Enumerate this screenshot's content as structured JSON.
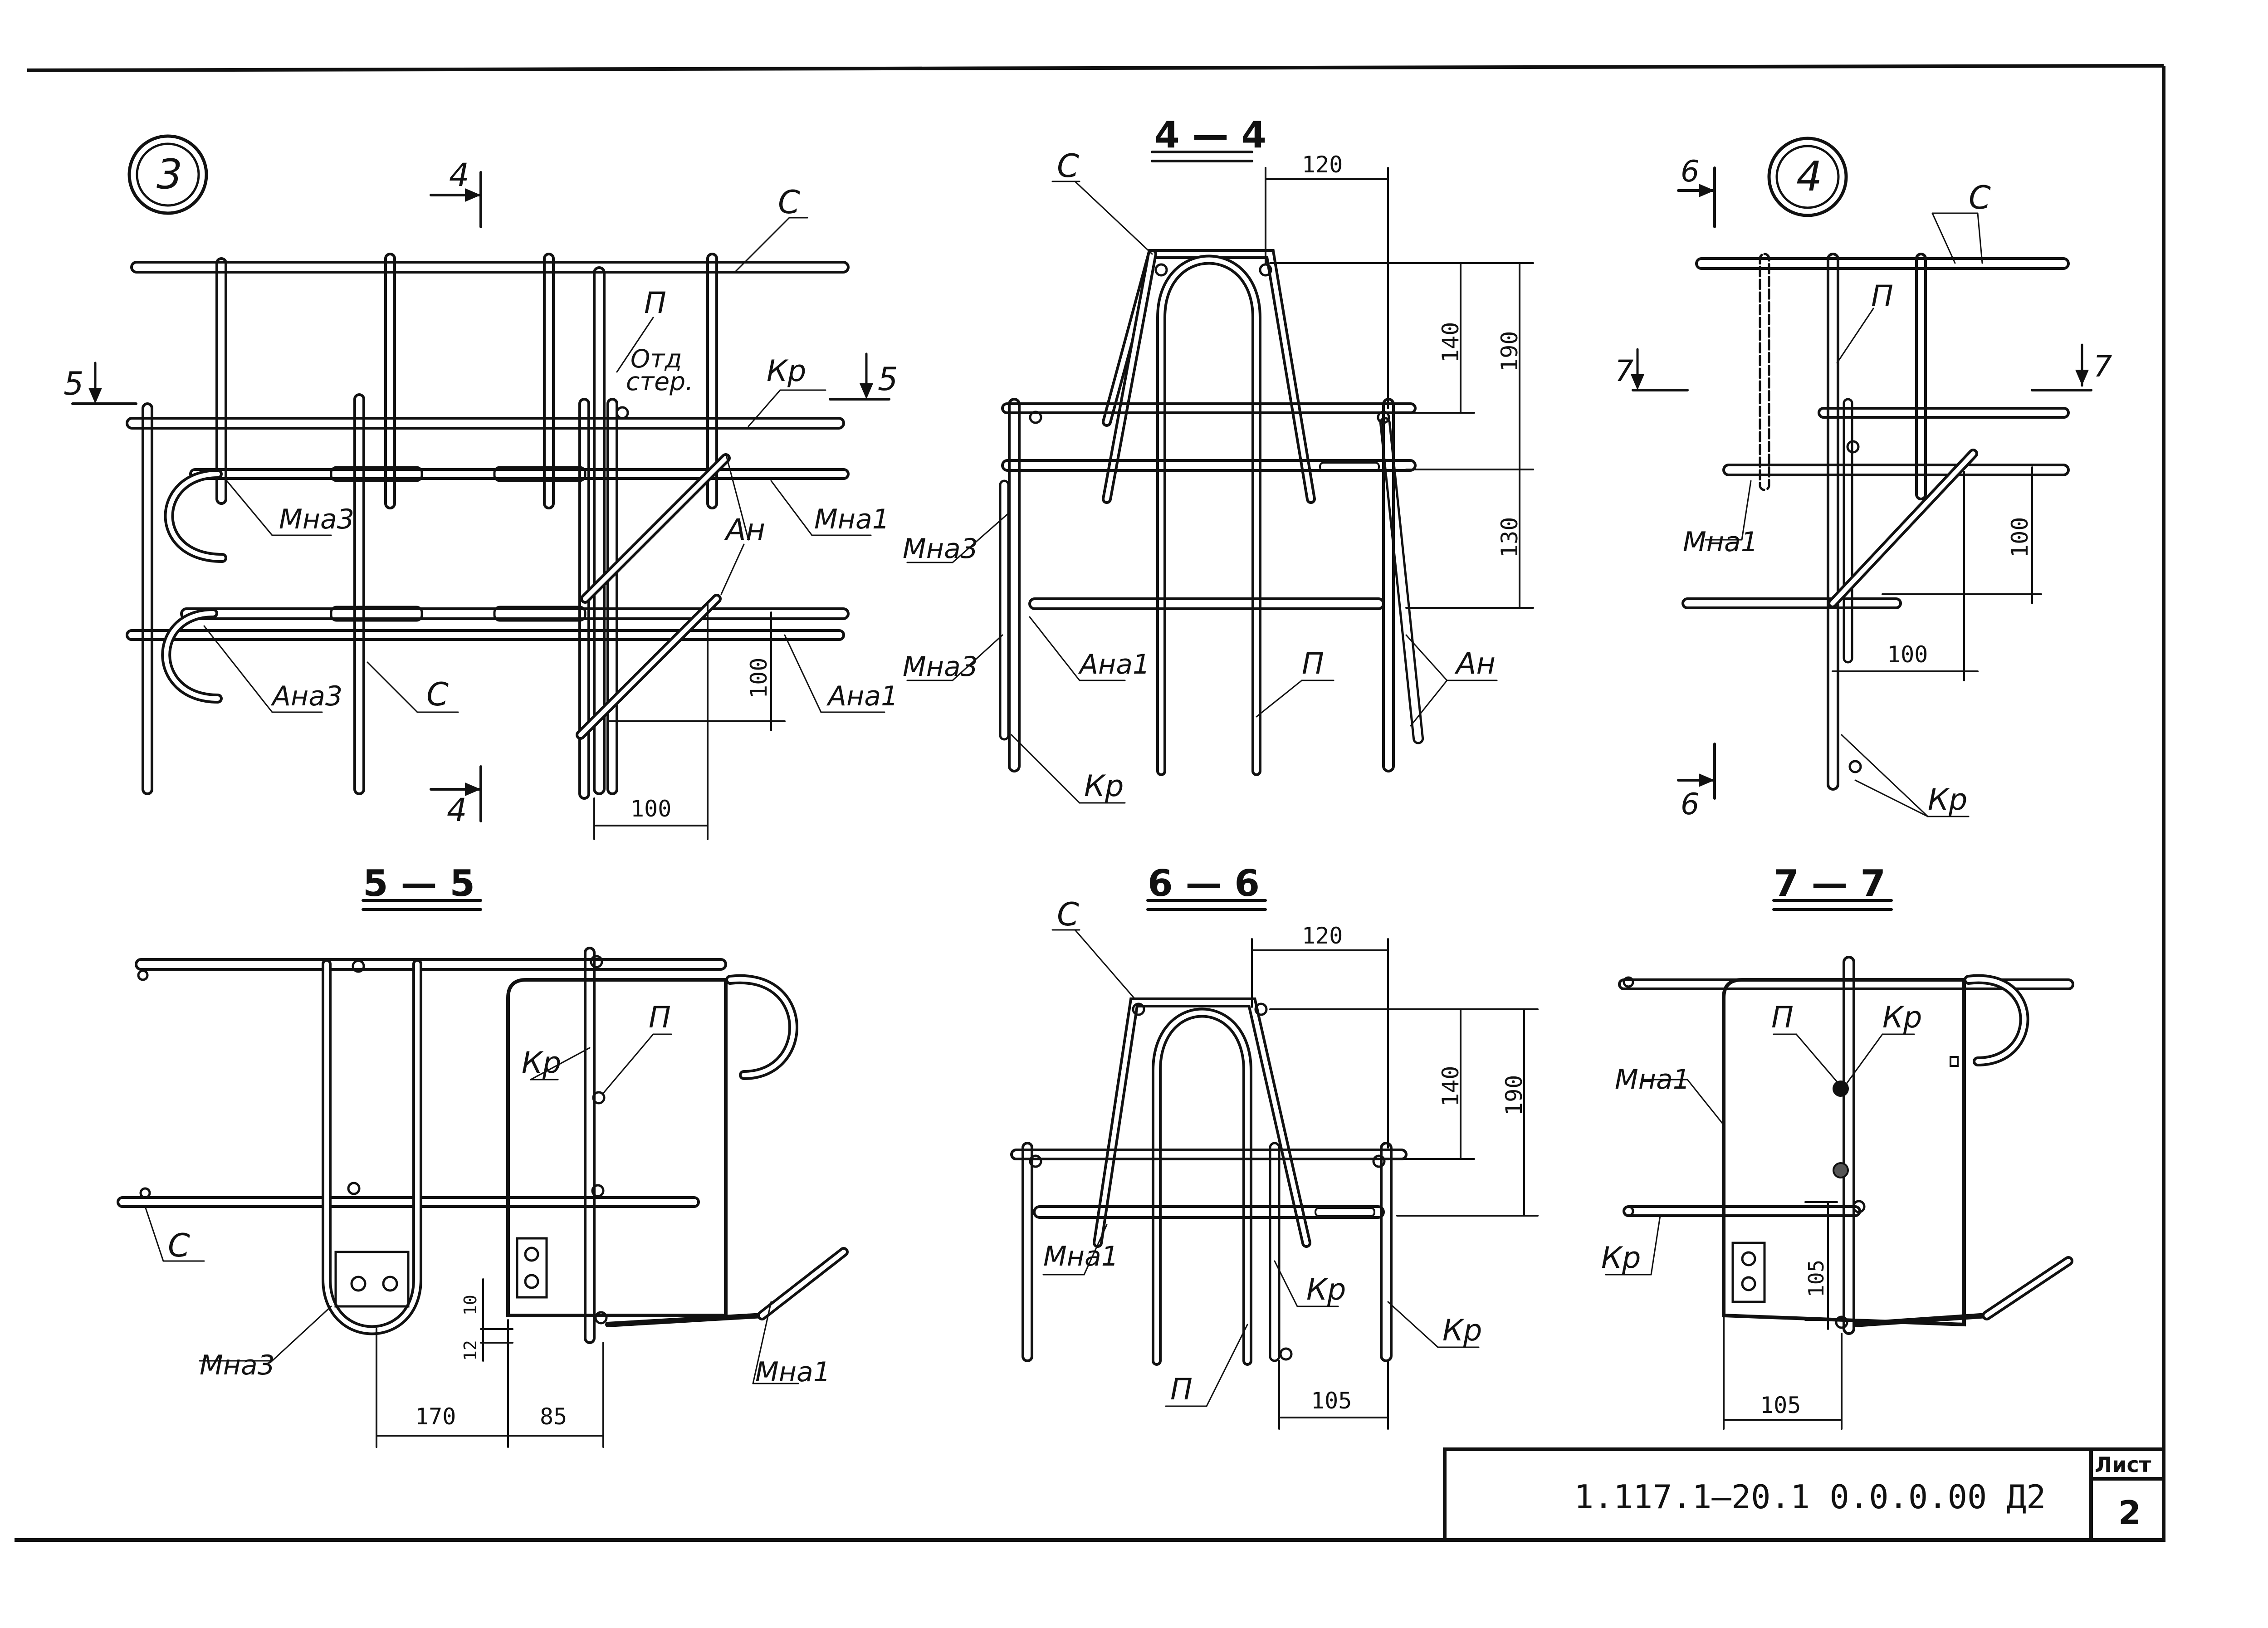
{
  "nodes": {
    "node3": "3",
    "node4": "4"
  },
  "sections": {
    "s44": "4 — 4",
    "s55": "5 — 5",
    "s66": "6 — 6",
    "s77": "7 — 7"
  },
  "cut_marks": {
    "c4": "4",
    "c5": "5",
    "c6": "6",
    "c7": "7"
  },
  "labels": {
    "c": "С",
    "p": "П",
    "kr": "Кр",
    "an": "Ан",
    "mna1": "Мна1",
    "mna3": "Мна3",
    "ana1": "Ана1",
    "ana3": "Ана3",
    "otd_line1": "Отд",
    "otd_line2": "стер."
  },
  "dims": {
    "d100": "100",
    "d120": "120",
    "d130": "130",
    "d140": "140",
    "d190": "190",
    "d170": "170",
    "d85": "85",
    "d105": "105",
    "d10": "10",
    "d12": "12"
  },
  "title_block": {
    "code": "1.117.1—20.1    0.0.0.00  Д2",
    "sheet_label": "Лист",
    "sheet_number": "2"
  },
  "colors": {
    "ink": "#111111",
    "paper": "#ffffff"
  }
}
